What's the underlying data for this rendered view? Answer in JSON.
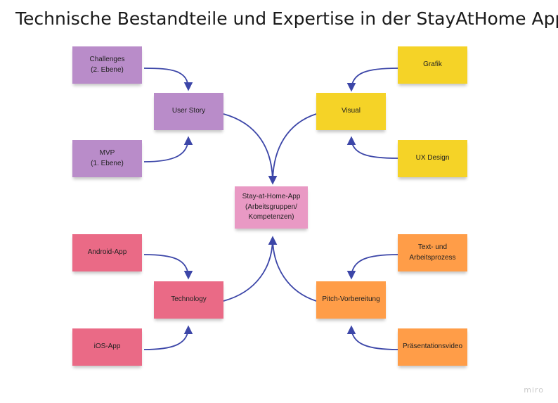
{
  "title": "Technische Bestandteile und Expertise in der StayAtHome App",
  "notes": {
    "challenges": "Challenges\n(2. Ebene)",
    "user_story": "User Story",
    "mvp": "MVP\n(1. Ebene)",
    "grafik": "Grafik",
    "visual": "Visual",
    "ux_design": "UX Design",
    "center": "Stay-at-Home-App\n(Arbeitsgruppen/\nKompetenzen)",
    "android_app": "Android-App",
    "technology": "Technology",
    "ios_app": "iOS-App",
    "text_arbeitsprozess": "Text- und\nArbeitsprozess",
    "pitch": "Pitch-Vorbereitung",
    "praesentationsvideo": "Präsentationsvideo"
  },
  "colors": {
    "purple": "#b98cc9",
    "yellow": "#f5d327",
    "pink_center": "#e999c4",
    "red": "#ea6a86",
    "orange": "#ff9d48",
    "arrow": "#3c46a8"
  },
  "watermark": "miro"
}
